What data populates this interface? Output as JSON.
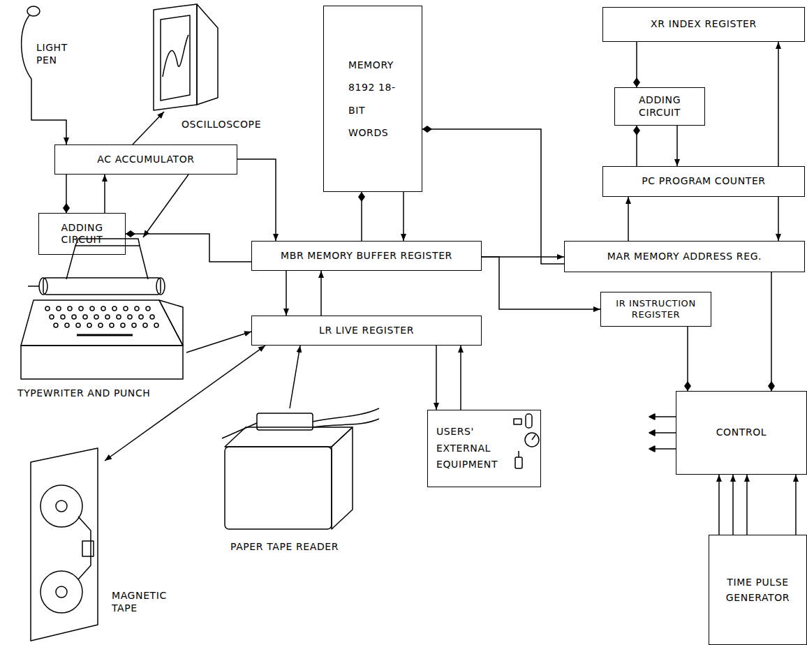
{
  "diagram": {
    "nodes": [
      {
        "text": [
          "LIGHT PEN"
        ]
      },
      {
        "text": [
          "OSCILLOSCOPE"
        ]
      },
      {
        "text": [
          "MEMORY 8192 18-BIT WORDS"
        ]
      },
      {
        "text": [
          "XR INDEX REGISTER"
        ]
      },
      {
        "text": [
          "AC ACCUMULATOR"
        ]
      },
      {
        "text": [
          "ADDING CIRCUIT"
        ]
      },
      {
        "text": [
          "ADDING CIRCUIT"
        ]
      },
      {
        "text": [
          "PC PROGRAM COUNTER"
        ]
      },
      {
        "text": [
          "MBR MEMORY BUFFER REGISTER"
        ]
      },
      {
        "text": [
          "MAR MEMORY ADDRESS REG."
        ]
      },
      {
        "text": [
          "LR LIVE REGISTER"
        ]
      },
      {
        "text": [
          "IR INSTRUCTION REGISTER"
        ]
      },
      {
        "text": [
          "TYPEWRITER AND PUNCH"
        ]
      },
      {
        "text": [
          "CONTROL"
        ]
      },
      {
        "text": [
          "USERS' EXTERNAL EQUIPMENT"
        ]
      },
      {
        "text": [
          "PAPER TAPE READER"
        ]
      },
      {
        "text": [
          "MAGNETIC TAPE"
        ]
      },
      {
        "text": [
          "TIME PULSE GENERATOR"
        ]
      }
    ],
    "edges": [
      {
        "from": 0,
        "to": 4,
        "arrow": "to"
      },
      {
        "from": 4,
        "to": 1,
        "arrow": "to"
      },
      {
        "from": 4,
        "to": 5,
        "arrow": "to"
      },
      {
        "from": 5,
        "to": 4,
        "arrow": "to"
      },
      {
        "from": 8,
        "to": 5,
        "arrow": "to"
      },
      {
        "from": 4,
        "to": 8,
        "arrow": "to"
      },
      {
        "from": 4,
        "to": 12,
        "arrow": "to"
      },
      {
        "from": 8,
        "to": 2,
        "arrow": "to"
      },
      {
        "from": 2,
        "to": 8,
        "arrow": "to"
      },
      {
        "from": 8,
        "to": 9,
        "arrow": "to"
      },
      {
        "from": 8,
        "to": 11,
        "arrow": "to"
      },
      {
        "from": 8,
        "to": 10,
        "arrow": "to"
      },
      {
        "from": 10,
        "to": 8,
        "arrow": "to"
      },
      {
        "from": 12,
        "to": 10,
        "arrow": "to"
      },
      {
        "from": 15,
        "to": 10,
        "arrow": "to"
      },
      {
        "from": 16,
        "to": 10,
        "arrow": "both"
      },
      {
        "from": 10,
        "to": 14,
        "arrow": "to"
      },
      {
        "from": 14,
        "to": 10,
        "arrow": "to"
      },
      {
        "from": 9,
        "to": 2,
        "arrow": "to"
      },
      {
        "from": 9,
        "to": 7,
        "arrow": "to"
      },
      {
        "from": 7,
        "to": 9,
        "arrow": "to"
      },
      {
        "from": 3,
        "to": 6,
        "arrow": "to"
      },
      {
        "from": 7,
        "to": 6,
        "arrow": "to"
      },
      {
        "from": 6,
        "to": 7,
        "arrow": "to"
      },
      {
        "from": 7,
        "to": 3,
        "arrow": "to"
      },
      {
        "from": 11,
        "to": 13,
        "arrow": "to"
      },
      {
        "from": 9,
        "to": 13,
        "arrow": "to"
      },
      {
        "from": 17,
        "to": 13,
        "arrow": "to"
      },
      {
        "from": 17,
        "to": 13,
        "arrow": "to"
      },
      {
        "from": 17,
        "to": 13,
        "arrow": "to"
      },
      {
        "from": 17,
        "to": 13,
        "arrow": "to"
      }
    ]
  }
}
